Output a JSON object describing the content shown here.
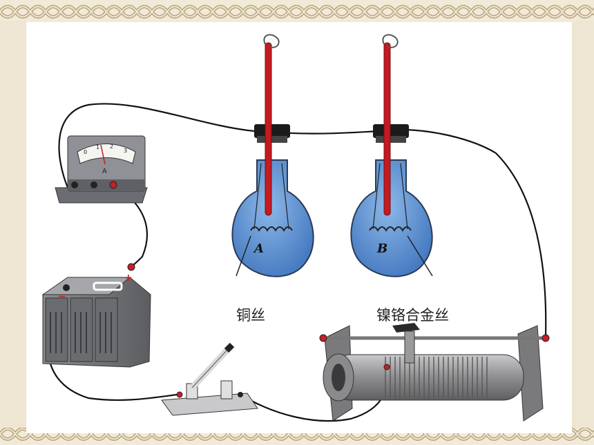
{
  "colors": {
    "frame_cream": "#f1ead8",
    "frame_knot": "#d8cbb0",
    "frame_knot_line": "#a89470",
    "liquid_blue": "#5b90cf",
    "flask_outline": "#2a3a55",
    "thermometer_red": "#c41a22",
    "stopper_black": "#1b1b1b",
    "wire": "#111111",
    "battery_gray": "#7b7c80",
    "rheostat_gray": "#9a9a9c",
    "terminal_red": "#c81e25"
  },
  "ammeter": {
    "dial_letter": "A",
    "scale_ticks": [
      "0",
      "1",
      "2",
      "3"
    ]
  },
  "battery": {
    "positive_sign": "+",
    "negative_sign": "−"
  },
  "flasks": [
    {
      "id": "A",
      "letter": "A"
    },
    {
      "id": "B",
      "letter": "B"
    }
  ],
  "labels": {
    "copper_wire": "铜丝",
    "nichrome_wire": "镍铬合金丝"
  }
}
